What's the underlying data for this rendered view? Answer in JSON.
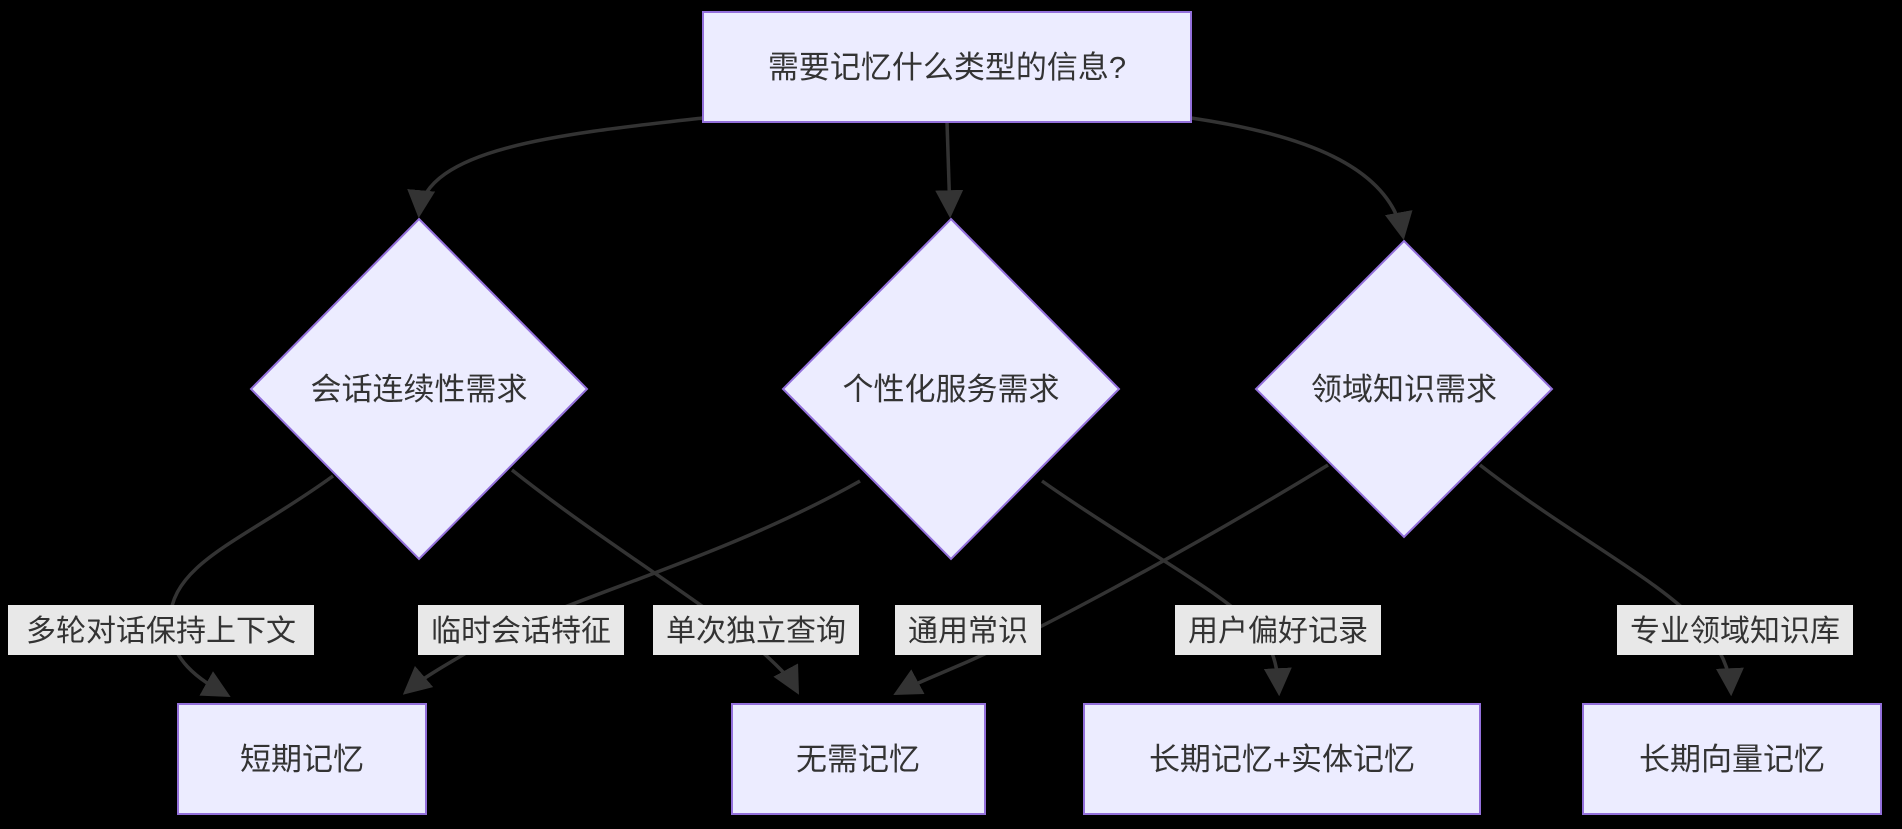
{
  "diagram": {
    "type": "flowchart-decision-tree",
    "background_color": "#000000",
    "node_fill_color": "#ECECFF",
    "node_border_color": "#9370DB",
    "edge_color": "#333333",
    "edge_label_background": "#e8e8e8",
    "text_color": "#333333",
    "nodes": {
      "root": {
        "shape": "rect",
        "label": "需要记忆什么类型的信息?"
      },
      "session": {
        "shape": "diamond",
        "label": "会话连续性需求"
      },
      "personal": {
        "shape": "diamond",
        "label": "个性化服务需求"
      },
      "domain": {
        "shape": "diamond",
        "label": "领域知识需求"
      },
      "short_term": {
        "shape": "rect",
        "label": "短期记忆"
      },
      "no_memory": {
        "shape": "rect",
        "label": "无需记忆"
      },
      "long_entity": {
        "shape": "rect",
        "label": "长期记忆+实体记忆"
      },
      "long_vector": {
        "shape": "rect",
        "label": "长期向量记忆"
      }
    },
    "edge_labels": {
      "multi_turn": "多轮对话保持上下文",
      "temp_session": "临时会话特征",
      "single_query": "单次独立查询",
      "common_sense": "通用常识",
      "user_pref": "用户偏好记录",
      "domain_kb": "专业领域知识库"
    },
    "edges": [
      {
        "from": "root",
        "to": "session",
        "label": ""
      },
      {
        "from": "root",
        "to": "personal",
        "label": ""
      },
      {
        "from": "root",
        "to": "domain",
        "label": ""
      },
      {
        "from": "session",
        "to": "short_term",
        "label": "多轮对话保持上下文"
      },
      {
        "from": "session",
        "to": "no_memory",
        "label": "单次独立查询"
      },
      {
        "from": "personal",
        "to": "short_term",
        "label": "临时会话特征"
      },
      {
        "from": "personal",
        "to": "long_entity",
        "label": "用户偏好记录"
      },
      {
        "from": "domain",
        "to": "no_memory",
        "label": "通用常识"
      },
      {
        "from": "domain",
        "to": "long_vector",
        "label": "专业领域知识库"
      }
    ]
  }
}
